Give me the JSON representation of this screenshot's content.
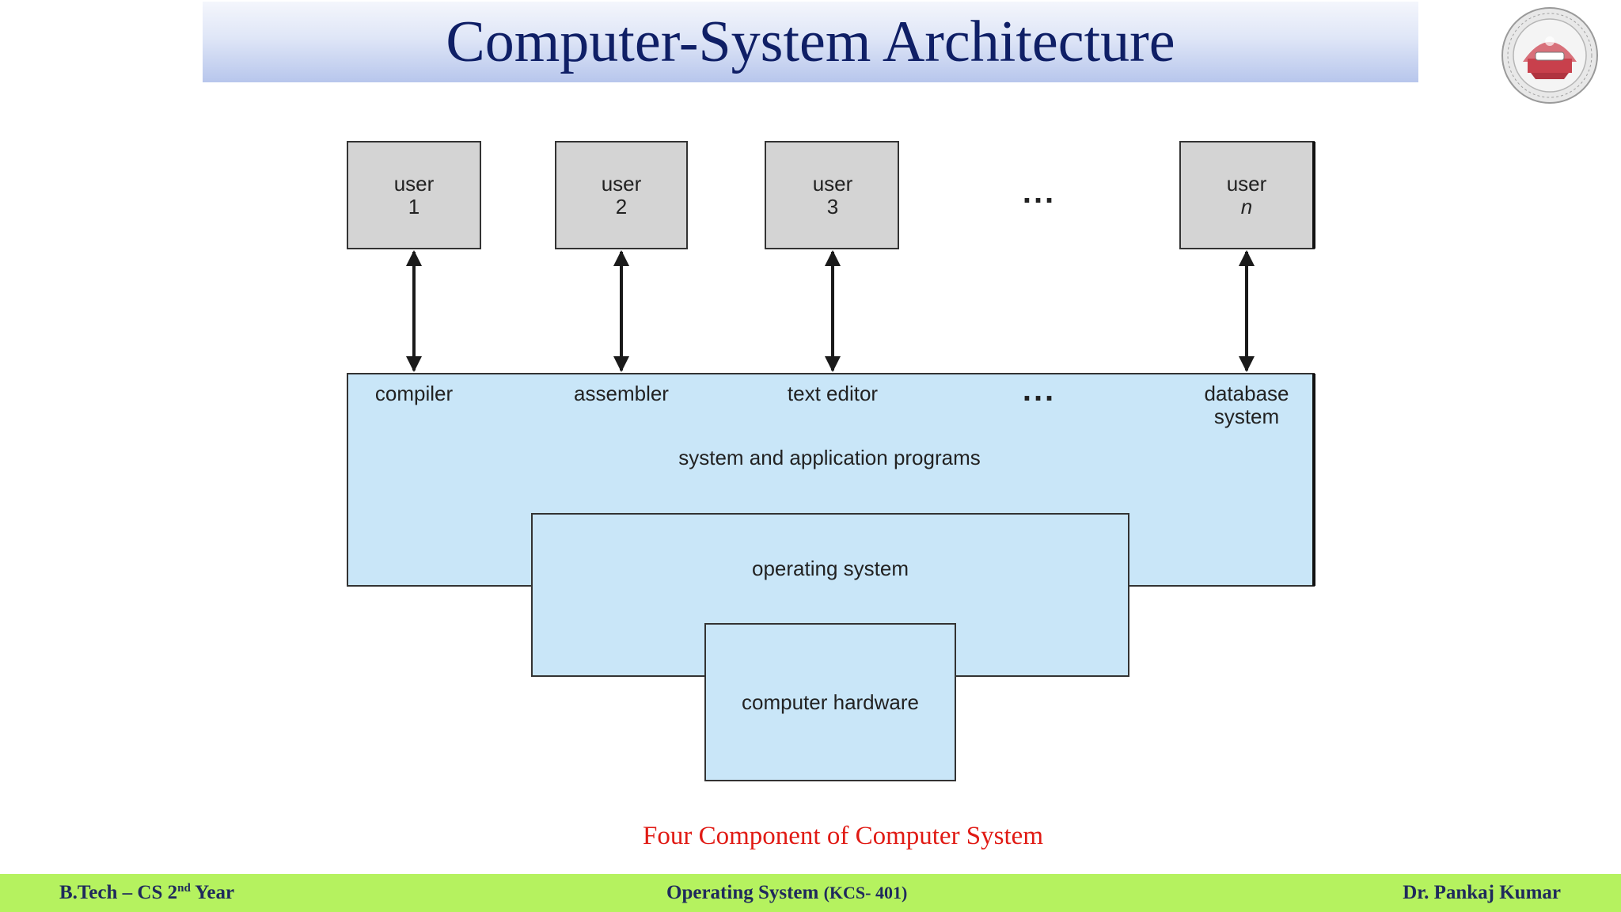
{
  "slide": {
    "title": "Computer-System Architecture",
    "caption": "Four Component of Computer System"
  },
  "diagram": {
    "users": [
      {
        "line1": "user",
        "line2": "1"
      },
      {
        "line1": "user",
        "line2": "2"
      },
      {
        "line1": "user",
        "line2": "3"
      },
      {
        "line1": "user",
        "line2": "n"
      }
    ],
    "user_ellipsis": "...",
    "programs": [
      "compiler",
      "assembler",
      "text editor"
    ],
    "program_ellipsis": "...",
    "database_line1": "database",
    "database_line2": "system",
    "layer_programs": "system and application programs",
    "layer_os": "operating system",
    "layer_hardware": "computer hardware"
  },
  "footer": {
    "course_prefix": "B.Tech – CS 2",
    "course_sup": "nd",
    "course_suffix": " Year",
    "subject": "Operating System",
    "subject_code": "(KCS- 401)",
    "author": "Dr. Pankaj Kumar"
  },
  "colors": {
    "title_text": "#0f1f66",
    "layer_fill": "#c9e6f8",
    "user_fill": "#d4d4d4",
    "caption_text": "#e01a14",
    "footer_bg": "#b5f25f"
  }
}
